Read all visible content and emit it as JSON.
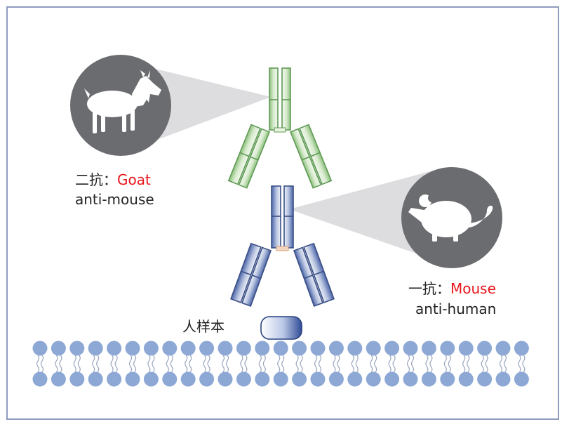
{
  "secondary_antibody": {
    "prefix": "二抗：",
    "host": "Goat",
    "target": "anti-mouse"
  },
  "primary_antibody": {
    "prefix": "一抗：",
    "host": "Mouse",
    "target": "anti-human"
  },
  "sample_label": "人样本",
  "icons": [
    "goat-icon",
    "mouse-icon"
  ],
  "colors": {
    "frame": "#8f9bbd",
    "secondary_fill": "#d6e9cc",
    "secondary_stroke": "#5f9a55",
    "primary_fill": "#c3cce0",
    "primary_stroke": "#3a4f85",
    "membrane": "#8ea8d6",
    "circle": "#6b6c70",
    "host_text": "#e8151b"
  }
}
